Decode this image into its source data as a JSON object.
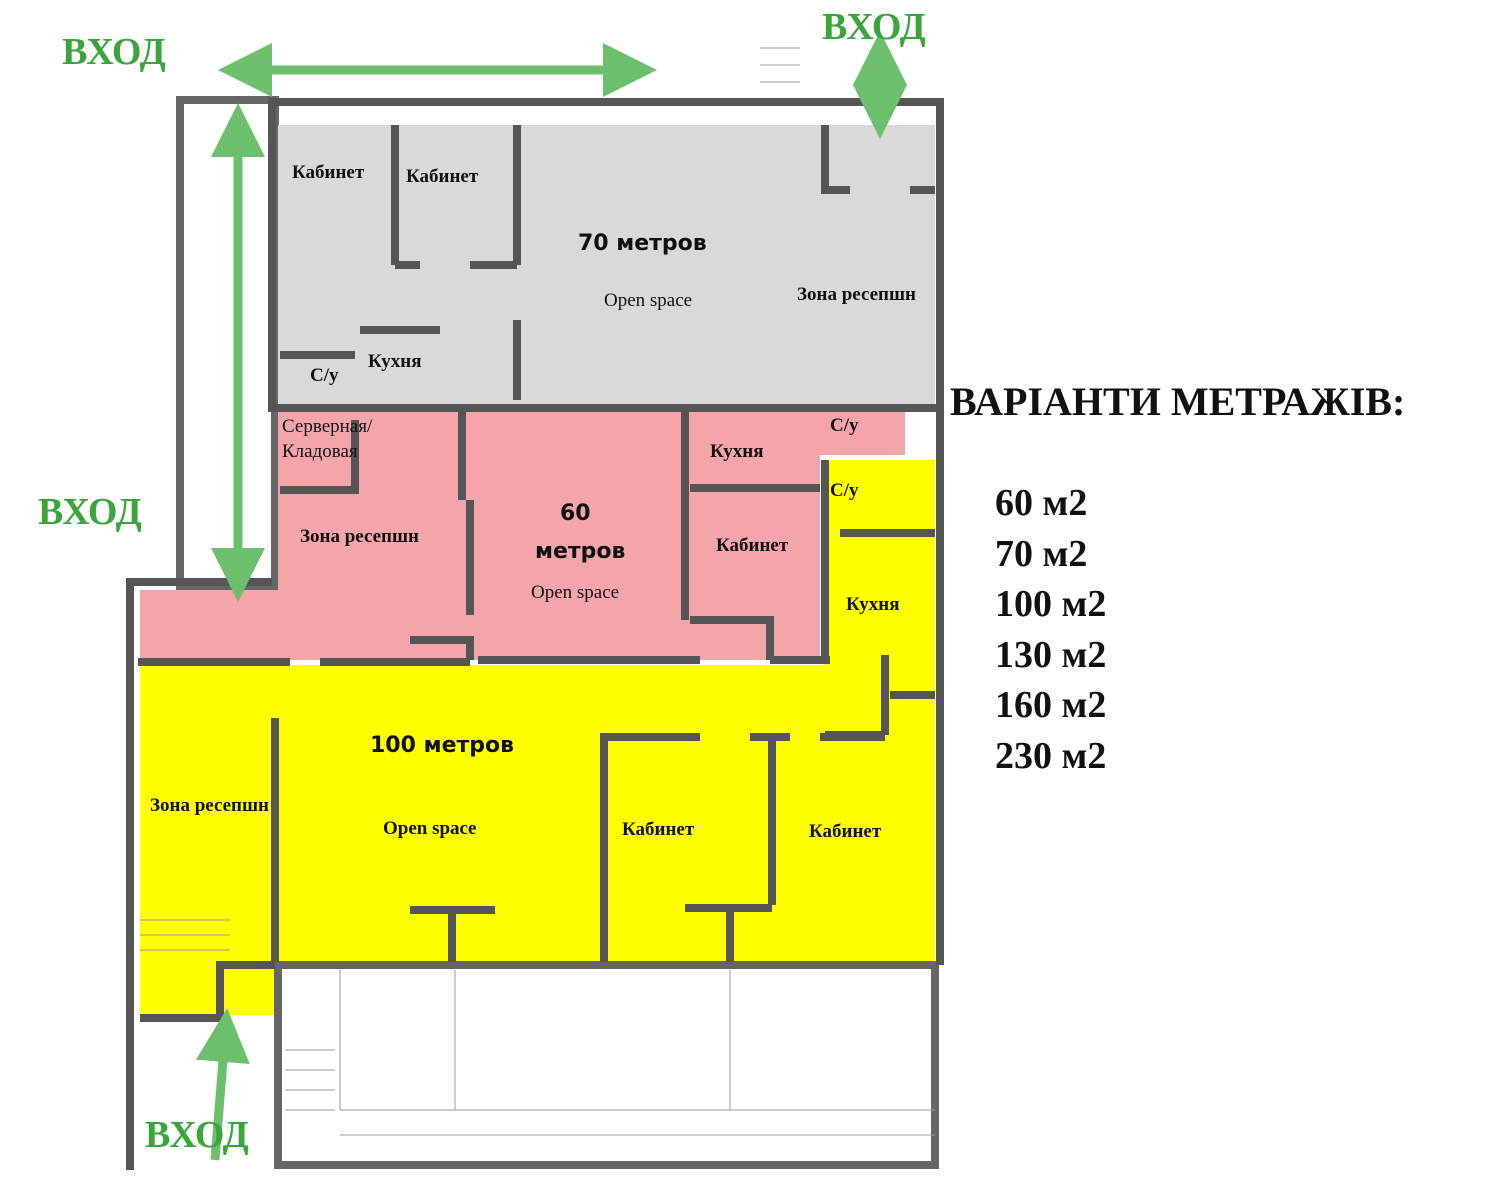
{
  "entries": {
    "label": "ВХОД"
  },
  "units": [
    {
      "size": "70 метров",
      "color": "#d9d9d9",
      "rooms": {
        "office1": "Кабинет",
        "office2": "Кабинет",
        "open_space": "Open space",
        "reception": "Зона ресепшн",
        "kitchen": "Кухня",
        "wc": "С/у"
      }
    },
    {
      "size_num": "60",
      "size_unit": "метров",
      "color": "#f4a5aa",
      "rooms": {
        "server": "Серверная/",
        "storage": "Кладовая",
        "reception": "Зона ресепшн",
        "open_space": "Open space",
        "kitchen": "Кухня",
        "wc": "С/у",
        "office": "Кабинет"
      }
    },
    {
      "size": "100 метров",
      "color": "#ffff00",
      "rooms": {
        "reception": "Зона ресепшн",
        "open_space": "Open space",
        "office1": "Кабинет",
        "office2": "Кабинет",
        "wc": "С/у",
        "kitchen": "Кухня"
      }
    }
  ],
  "legend": {
    "title": "ВАРІАНТИ МЕТРАЖІВ:",
    "options": [
      "60 м2",
      "70 м2",
      "100 м2",
      "130 м2",
      "160 м2",
      "230 м2"
    ]
  },
  "colors": {
    "arrow": "#6cbf6c",
    "entry_text": "#3aa53a",
    "wall": "#555555"
  }
}
